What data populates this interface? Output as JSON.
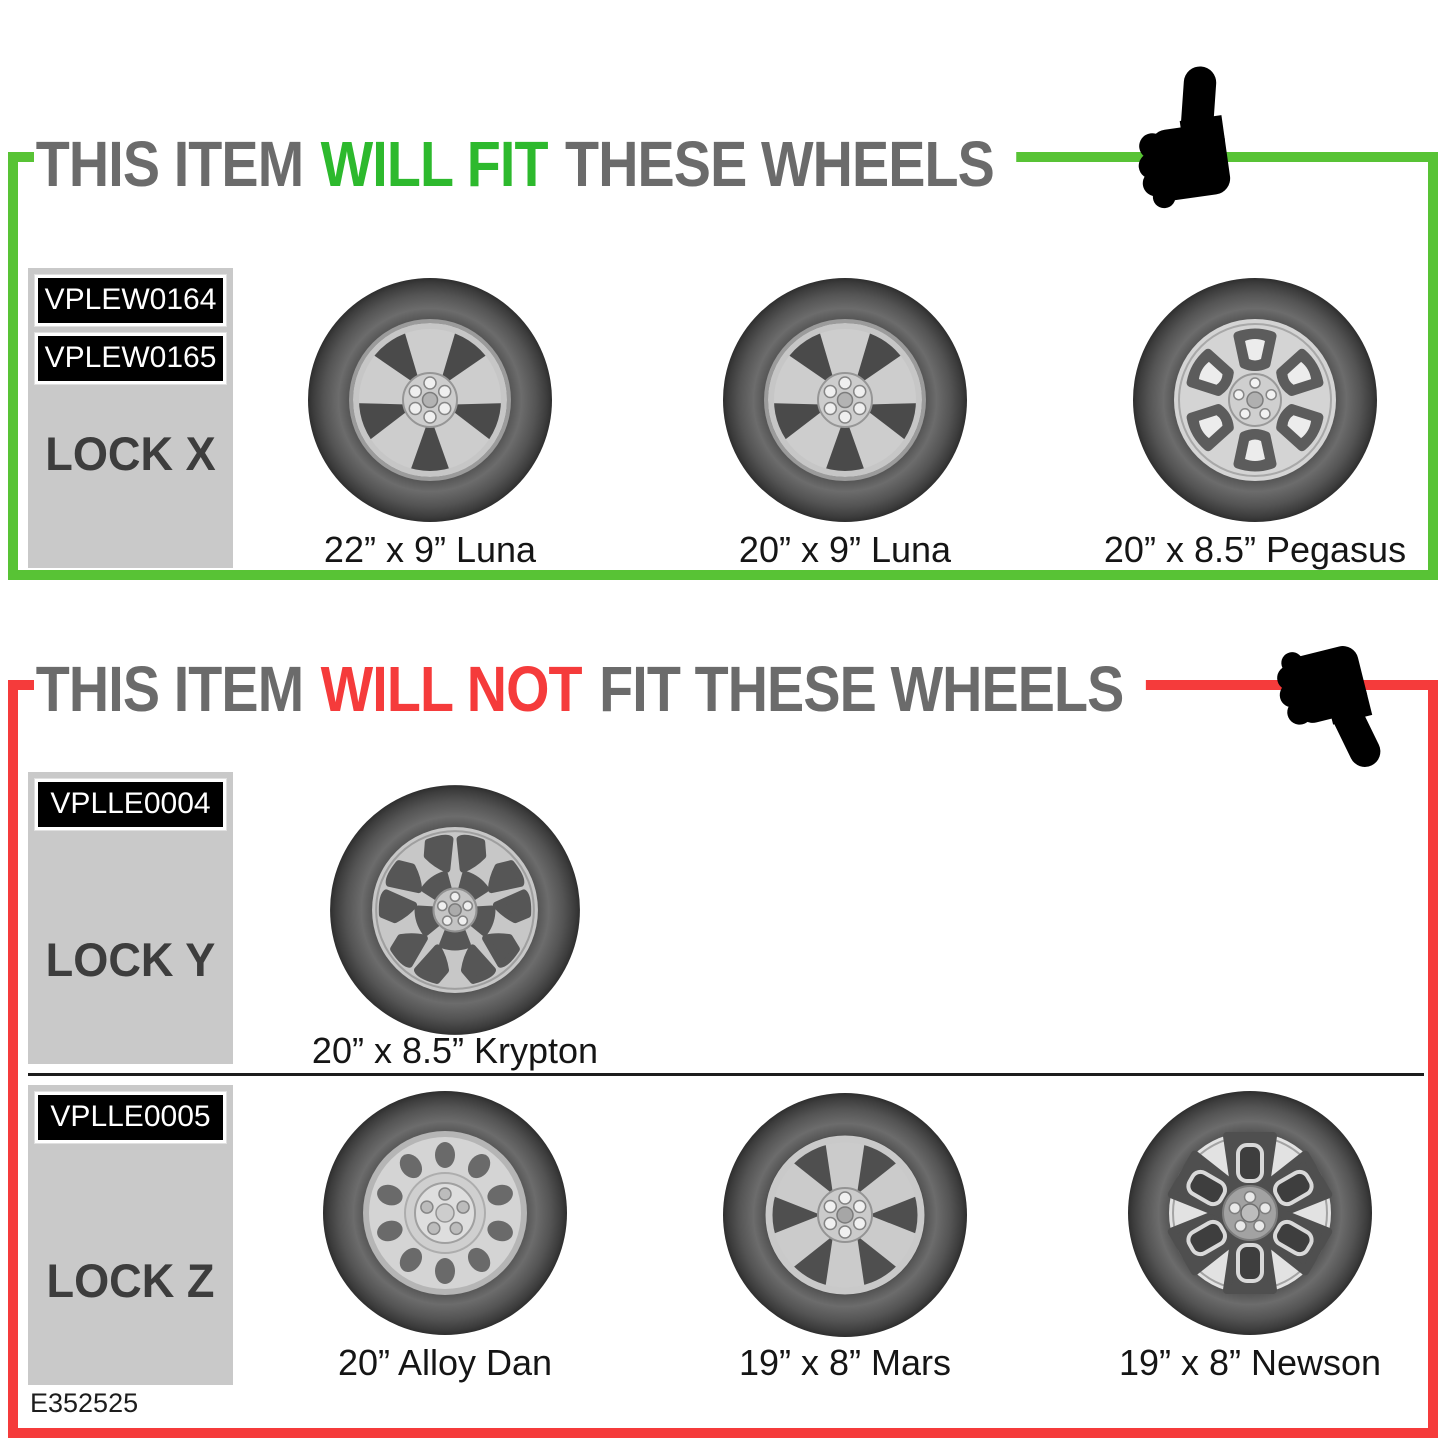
{
  "colors": {
    "fit_accent": "#2db92d",
    "fit_border": "#58c335",
    "nofit_accent": "#f53b3b",
    "nofit_border": "#f53b3b",
    "heading_gray": "#6b6b6b",
    "panel_gray": "#c9c9c9",
    "label_bg": "#000000",
    "label_text": "#ffffff",
    "lock_text": "#3d3d3d",
    "caption_text": "#151515"
  },
  "fit_section": {
    "heading_prefix": "THIS ITEM",
    "heading_highlight": "WILL FIT",
    "heading_suffix": "THESE WHEELS",
    "icon": "thumbs-up",
    "group": {
      "part_numbers": [
        "VPLEW0164",
        "VPLEW0165"
      ],
      "lock_label": "LOCK X",
      "wheels": [
        {
          "caption": "22” x 9” Luna",
          "design": "luna-5-spoke"
        },
        {
          "caption": "20” x 9” Luna",
          "design": "luna-5-spoke"
        },
        {
          "caption": "20” x 8.5” Pegasus",
          "design": "pegasus-6-spoke"
        }
      ]
    }
  },
  "nofit_section": {
    "heading_prefix": "THIS ITEM",
    "heading_highlight": "WILL NOT",
    "heading_suffix": "FIT THESE WHEELS",
    "icon": "thumbs-down",
    "groups": [
      {
        "part_numbers": [
          "VPLLE0004"
        ],
        "lock_label": "LOCK Y",
        "wheels": [
          {
            "caption": "20” x 8.5” Krypton",
            "design": "krypton-split-5-spoke"
          }
        ]
      },
      {
        "part_numbers": [
          "VPLLE0005"
        ],
        "lock_label": "LOCK Z",
        "wheels": [
          {
            "caption": "20” Alloy Dan",
            "design": "steel-multi-hole"
          },
          {
            "caption": "19” x 8” Mars",
            "design": "mars-6-spoke"
          },
          {
            "caption": "19” x 8” Newson",
            "design": "newson-6-spoke"
          }
        ]
      }
    ]
  },
  "footer": {
    "drawing_ref": "E352525"
  }
}
